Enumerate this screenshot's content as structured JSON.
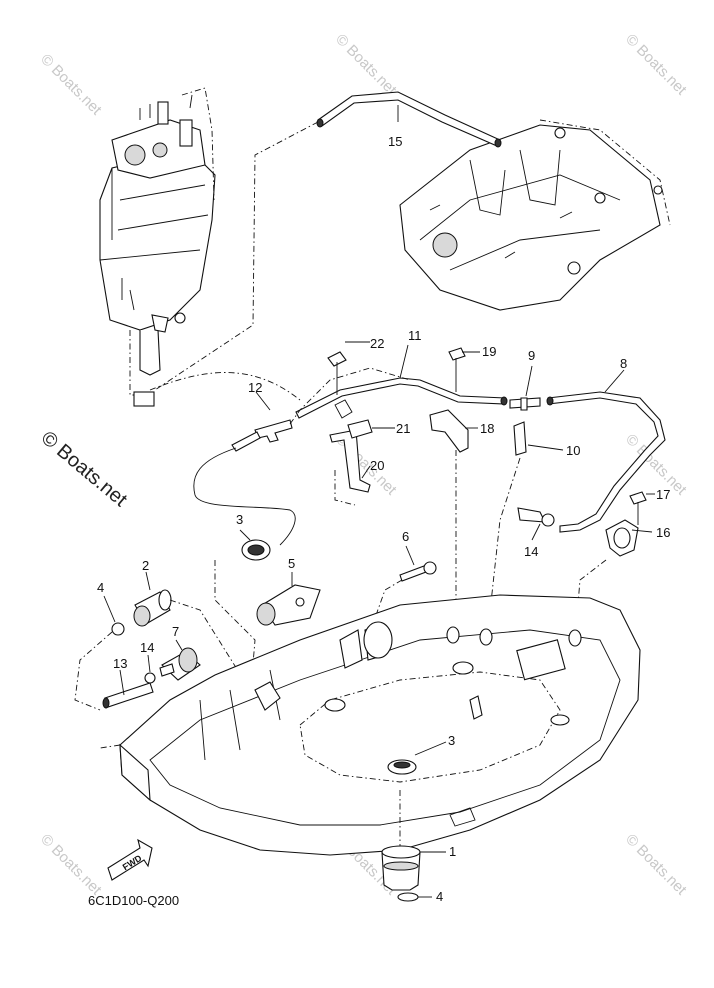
{
  "diagram_code": "6C1D100-Q200",
  "watermark": "© Boats.net",
  "watermark_large": "© Boats.net",
  "fwd_label": "FWD",
  "callouts": {
    "c1": "1",
    "c2": "2",
    "c3a": "3",
    "c3b": "3",
    "c4a": "4",
    "c4b": "4",
    "c5": "5",
    "c6": "6",
    "c7": "7",
    "c8": "8",
    "c9": "9",
    "c10": "10",
    "c11": "11",
    "c12": "12",
    "c13": "13",
    "c14a": "14",
    "c14b": "14",
    "c15": "15",
    "c16": "16",
    "c17": "17",
    "c18": "18",
    "c19": "19",
    "c20": "20",
    "c21": "21",
    "c22": "22"
  }
}
